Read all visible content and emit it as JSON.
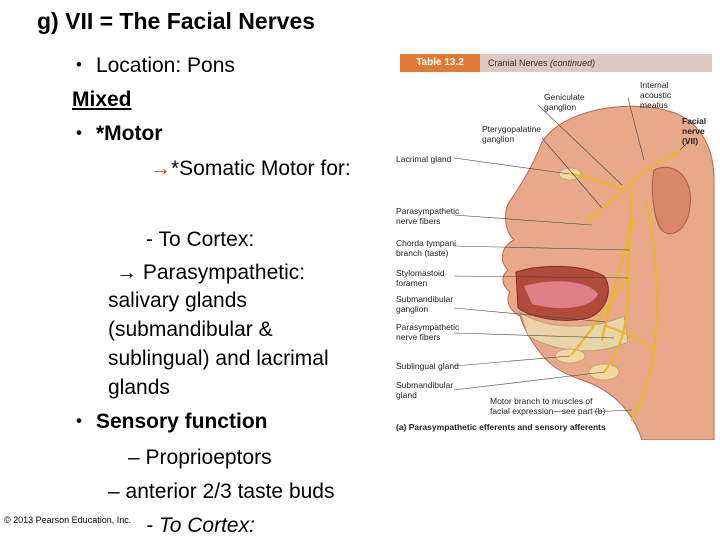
{
  "slide": {
    "title": "g)  VII = The Facial Nerves",
    "lines": {
      "location_prefix": "Location: ",
      "location_value": "Pons",
      "mixed": "Mixed",
      "motor": "*Motor",
      "somatic": "*Somatic Motor for:",
      "cortex1": "- To Cortex:",
      "parasym": "Parasympathetic:",
      "para1": "salivary glands",
      "para2": "(submandibular &",
      "para3": "sublingual) and lacrimal",
      "para4": "glands",
      "sensory": "Sensory function",
      "proprio": "– Proprioeptors",
      "taste": "–  anterior 2/3 taste buds",
      "cortex2": "- To Cortex:"
    },
    "arrow_glyph": "→",
    "bullet_glyph": "•",
    "copyright": "© 2013 Pearson Education, Inc."
  },
  "figure": {
    "table_tag": "Table 13.2",
    "table_title": "Cranial Nerves",
    "table_title_suffix": "(continued)",
    "labels": {
      "internal_acoustic": [
        "Internal",
        "acoustic",
        "meatus"
      ],
      "geniculate": [
        "Geniculate",
        "ganglion"
      ],
      "facial_nerve": [
        "Facial",
        "nerve",
        "(VII)"
      ],
      "pterygopalatine": [
        "Pterygopalatine",
        "ganglion"
      ],
      "lacrimal": [
        "Lacrimal gland"
      ],
      "para_fibers1": [
        "Parasympathetic",
        "nerve fibers"
      ],
      "chorda": [
        "Chorda tympani",
        "branch (taste)"
      ],
      "stylomastoid": [
        "Stylomastoid",
        "foramen"
      ],
      "submand_ganglion": [
        "Submandibular",
        "ganglion"
      ],
      "para_fibers2": [
        "Parasympathetic",
        "nerve fibers"
      ],
      "sublingual": [
        "Sublingual gland"
      ],
      "submand_gland": [
        "Submandibular",
        "gland"
      ],
      "motor_branch": [
        "Motor branch to muscles of",
        "facial expression—see part (b)"
      ]
    },
    "caption": "(a) Parasympathetic efferents and sensory afferents",
    "colors": {
      "nerve": "#e8b82a",
      "skin": "#e8a98a",
      "skin_dark": "#c9785c",
      "tag": "#e37a33",
      "bar": "#dcc9bf"
    }
  }
}
